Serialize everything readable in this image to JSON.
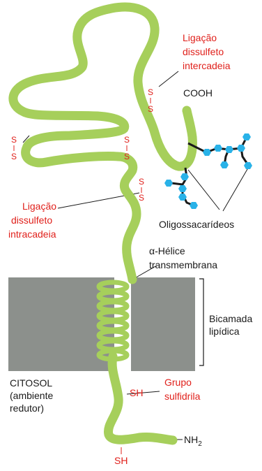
{
  "labels": {
    "inter_line1": "Ligação",
    "inter_line2": "dissulfeto",
    "inter_line3": "intercadeia",
    "intra_line1": "Ligação",
    "intra_line2": "dissulfeto",
    "intra_line3": "intracadeia",
    "cooh": "COOH",
    "oligo": "Oligossacarídeos",
    "helix_line1": "α-Hélice",
    "helix_line2": "transmembrana",
    "bilayer_line1": "Bicamada",
    "bilayer_line2": "lipídica",
    "cytosol_line1": "CITOSOL",
    "cytosol_line2": "(ambiente",
    "cytosol_line3": "redutor)",
    "sulf_line1": "Grupo",
    "sulf_line2": "sulfidrila",
    "sh_label": "SH",
    "sh_bottom": "SH",
    "nh2_base": "NH",
    "nh2_sub": "2",
    "s_letter": "S"
  },
  "colors": {
    "chain": "#a6cf5b",
    "membrane": "#8c908c",
    "sugar": "#29b2e8",
    "red_text": "#e0201b",
    "black_text": "#1a1a1a"
  }
}
